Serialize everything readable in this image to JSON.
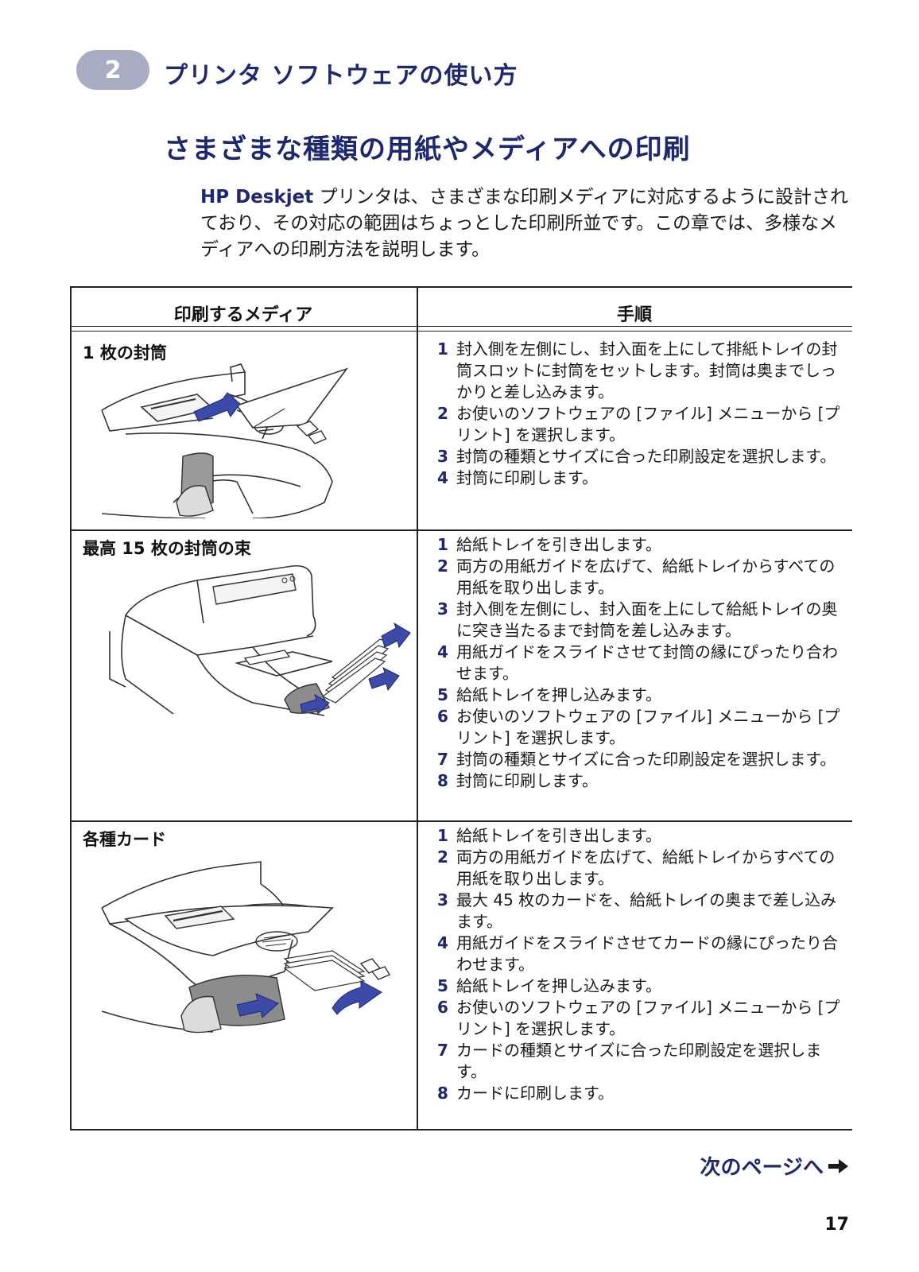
{
  "header": {
    "chapter_number": "2",
    "chapter_title": "プリンタ ソフトウェアの使い方"
  },
  "title": "さまざまな種類の用紙やメディアへの印刷",
  "intro": {
    "brand": "HP Deskjet",
    "text": " プリンタは、さまざまな印刷メディアに対応するように設計されており、その対応の範囲はちょっとした印刷所並です。この章では、多様なメディアへの印刷方法を説明します。"
  },
  "table": {
    "headers": [
      "印刷するメディア",
      "手順"
    ],
    "rows": [
      {
        "label": "1 枚の封筒",
        "steps": [
          {
            "n": "1",
            "text": "封入側を左側にし、封入面を上にして排紙トレイの封筒スロットに封筒をセットします。封筒は奥までしっかりと差し込みます。"
          },
          {
            "n": "2",
            "text": "お使いのソフトウェアの [ファイル] メニューから [プリント] を選択します。"
          },
          {
            "n": "3",
            "text": "封筒の種類とサイズに合った印刷設定を選択します。"
          },
          {
            "n": "4",
            "text": "封筒に印刷します。"
          }
        ]
      },
      {
        "label": "最高 15 枚の封筒の束",
        "steps": [
          {
            "n": "1",
            "text": "給紙トレイを引き出します。"
          },
          {
            "n": "2",
            "text": "両方の用紙ガイドを広げて、給紙トレイからすべての用紙を取り出します。"
          },
          {
            "n": "3",
            "text": "封入側を左側にし、封入面を上にして給紙トレイの奥に突き当たるまで封筒を差し込みます。"
          },
          {
            "n": "4",
            "text": "用紙ガイドをスライドさせて封筒の縁にぴったり合わせます。"
          },
          {
            "n": "5",
            "text": "給紙トレイを押し込みます。"
          },
          {
            "n": "6",
            "text": "お使いのソフトウェアの [ファイル] メニューから [プリント] を選択します。"
          },
          {
            "n": "7",
            "text": "封筒の種類とサイズに合った印刷設定を選択します。"
          },
          {
            "n": "8",
            "text": "封筒に印刷します。"
          }
        ]
      },
      {
        "label": "各種カード",
        "steps": [
          {
            "n": "1",
            "text": "給紙トレイを引き出します。"
          },
          {
            "n": "2",
            "text": "両方の用紙ガイドを広げて、給紙トレイからすべての用紙を取り出します。"
          },
          {
            "n": "3",
            "text": "最大 45 枚のカードを、給紙トレイの奥まで差し込みます。"
          },
          {
            "n": "4",
            "text": "用紙ガイドをスライドさせてカードの縁にぴったり合わせます。"
          },
          {
            "n": "5",
            "text": "給紙トレイを押し込みます。"
          },
          {
            "n": "6",
            "text": "お使いのソフトウェアの [ファイル] メニューから [プリント] を選択します。"
          },
          {
            "n": "7",
            "text": "カードの種類とサイズに合った印刷設定を選択します。"
          },
          {
            "n": "8",
            "text": "カードに印刷します。"
          }
        ]
      }
    ]
  },
  "footer": {
    "next_label": "次のページへ",
    "page_number": "17"
  },
  "colors": {
    "heading": "#1d2870",
    "badge": "#a9adc4",
    "arrow": "#3c4aa8"
  }
}
